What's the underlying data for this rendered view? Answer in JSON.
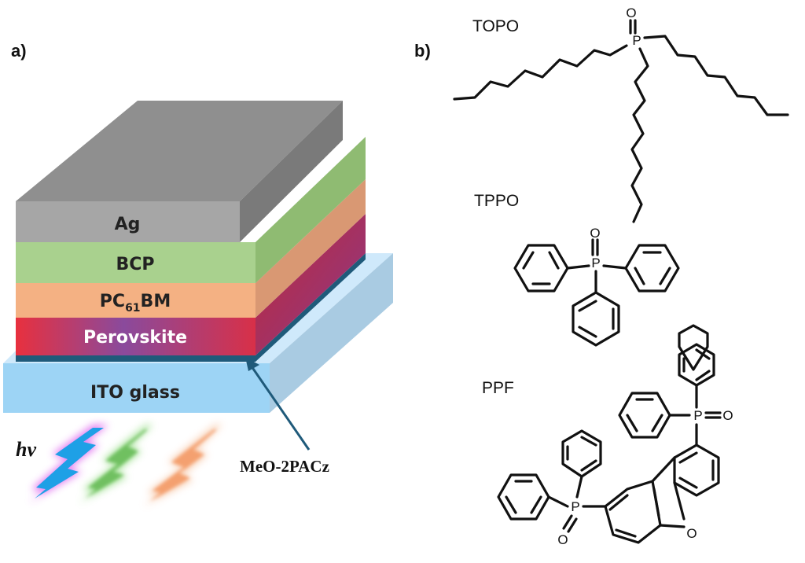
{
  "panel_a": {
    "label": "a)",
    "layers": {
      "ag": "Ag",
      "bcp": "BCP",
      "pcbm_main": "PC",
      "pcbm_sub": "61",
      "pcbm_end": "BM",
      "perovskite": "Perovskite",
      "ito": "ITO glass"
    },
    "interlayer_label": "MeO-2PACz",
    "light_label": "hv",
    "colors": {
      "ag": "#a6a6a6",
      "bcp": "#a9d18e",
      "pcbm": "#f4b183",
      "perovskite_red": "#e03040",
      "perovskite_purple": "#7a4a9a",
      "ito": "#9dd4f5",
      "interlayer": "#1f5a7a",
      "light_blue": "#1ea0e6",
      "light_green": "#70c060",
      "light_orange": "#f4a070"
    }
  },
  "panel_b": {
    "label": "b)",
    "molecules": {
      "topo": "TOPO",
      "tppo": "TPPO",
      "ppf": "PPF"
    },
    "atoms": {
      "phosphorus": "P",
      "oxygen": "O"
    }
  }
}
